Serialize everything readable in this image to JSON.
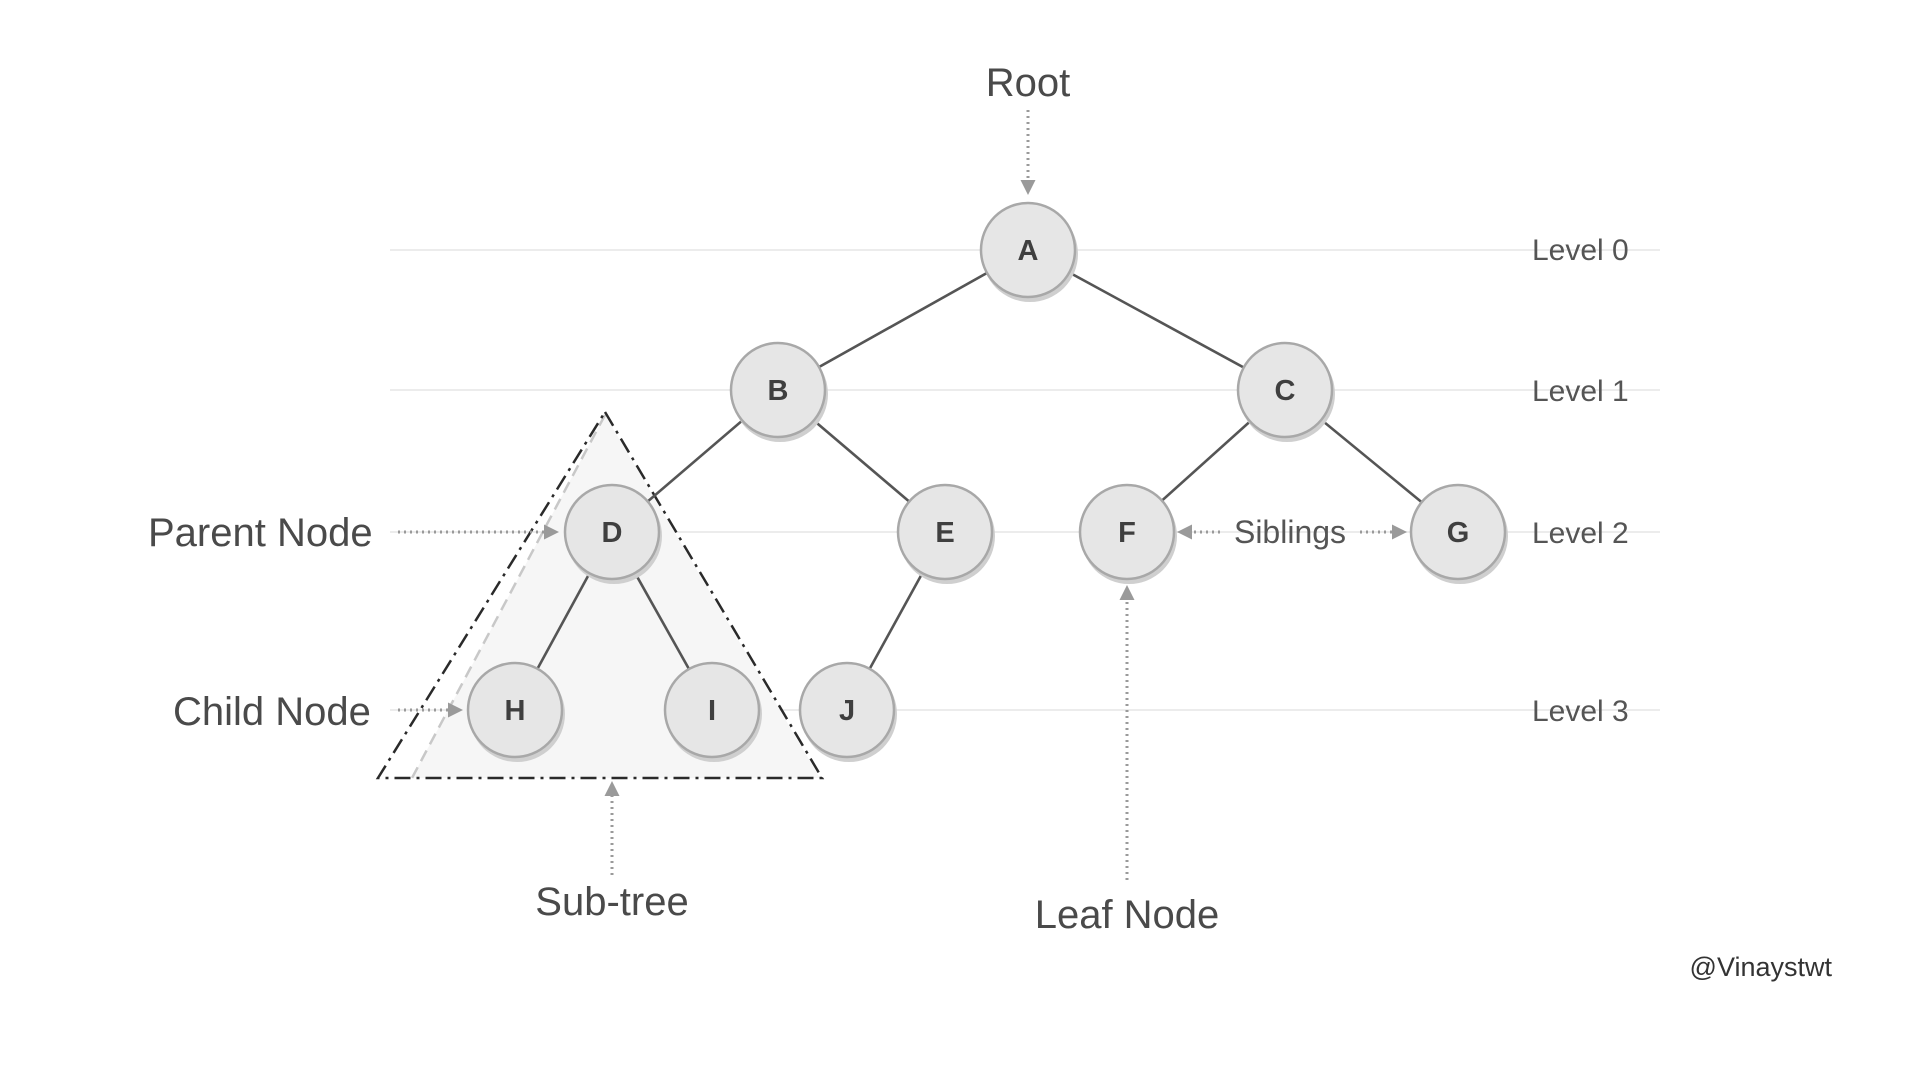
{
  "diagram": {
    "nodes": {
      "A": "A",
      "B": "B",
      "C": "C",
      "D": "D",
      "E": "E",
      "F": "F",
      "G": "G",
      "H": "H",
      "I": "I",
      "J": "J"
    },
    "edges": [
      [
        "A",
        "B"
      ],
      [
        "A",
        "C"
      ],
      [
        "B",
        "D"
      ],
      [
        "B",
        "E"
      ],
      [
        "C",
        "F"
      ],
      [
        "C",
        "G"
      ],
      [
        "D",
        "H"
      ],
      [
        "D",
        "I"
      ],
      [
        "E",
        "J"
      ]
    ],
    "levels": [
      "Level 0",
      "Level 1",
      "Level 2",
      "Level 3"
    ],
    "callouts": {
      "root": "Root",
      "parent_node": "Parent Node",
      "child_node": "Child Node",
      "siblings": "Siblings",
      "sub_tree": "Sub-tree",
      "leaf_node": "Leaf Node"
    },
    "watermark": "@Vinaystwt",
    "colors": {
      "node_fill": "#e6e6e6",
      "node_stroke": "#a8a8a8",
      "edge": "#555555",
      "arrow": "#9a9a9a"
    }
  }
}
